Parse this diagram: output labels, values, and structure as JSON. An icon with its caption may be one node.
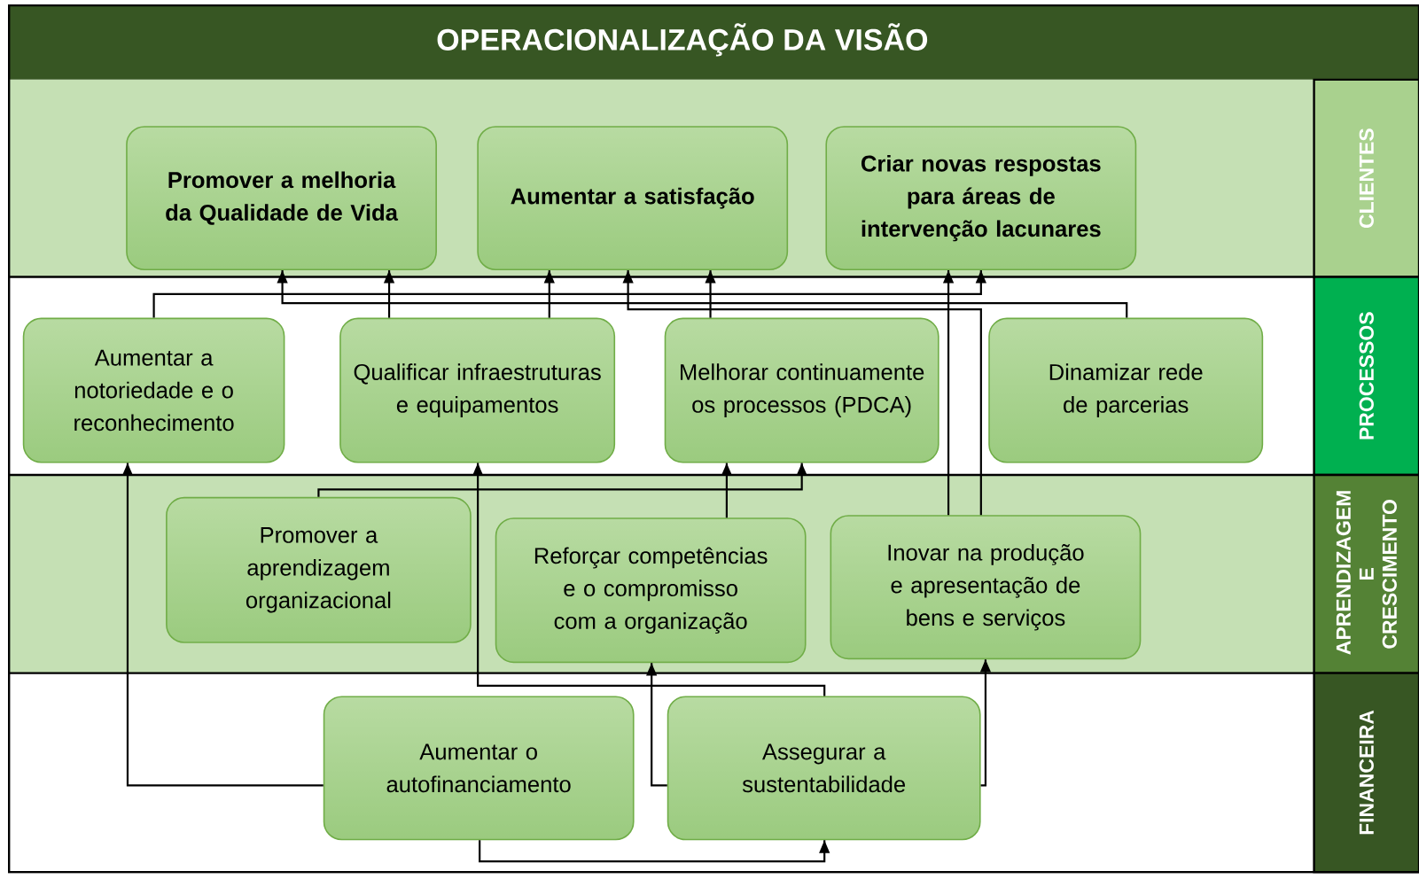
{
  "diagram": {
    "title": "OPERACIONALIZAÇÃO DA VISÃO",
    "nodes": [
      {
        "text": [
          "CLIENTES"
        ]
      },
      {
        "text": [
          "PROCESSOS"
        ]
      },
      {
        "text": [
          "APRENDIZAGEM E CRESCIMENTO"
        ]
      },
      {
        "text": [
          "FINANCEIRA"
        ]
      },
      {
        "text": [
          "Promover a melhoria da Qualidade de Vida"
        ]
      },
      {
        "text": [
          "Aumentar a satisfação"
        ]
      },
      {
        "text": [
          "Criar novas respostas para áreas de intervenção lacunares"
        ]
      },
      {
        "text": [
          "Aumentar a notoriedade e o reconhecimento"
        ]
      },
      {
        "text": [
          "Qualificar infraestruturas e equipamentos"
        ]
      },
      {
        "text": [
          "Melhorar continuamente os processos (PDCA)"
        ]
      },
      {
        "text": [
          "Dinamizar rede de parcerias"
        ]
      },
      {
        "text": [
          "Promover a aprendizagem organizacional"
        ]
      },
      {
        "text": [
          "Reforçar competências e o compromisso com a organização"
        ]
      },
      {
        "text": [
          "Inovar na produção e apresentação de bens e serviços"
        ]
      },
      {
        "text": [
          "Aumentar o autofinanciamento"
        ]
      },
      {
        "text": [
          "Assegurar a sustentabilidade"
        ]
      }
    ],
    "edges": [
      {
        "from": 7,
        "to": 6,
        "arrow": "to"
      },
      {
        "from": 8,
        "to": 4,
        "arrow": "to"
      },
      {
        "from": 8,
        "to": 5,
        "arrow": "to"
      },
      {
        "from": 9,
        "to": 5,
        "arrow": "to"
      },
      {
        "from": 10,
        "to": 4,
        "arrow": "to"
      },
      {
        "from": 13,
        "to": 6,
        "arrow": "to"
      },
      {
        "from": 13,
        "to": 5,
        "arrow": "to"
      },
      {
        "from": 11,
        "to": 9,
        "arrow": "to"
      },
      {
        "from": 12,
        "to": 9,
        "arrow": "to"
      },
      {
        "from": 14,
        "to": 7,
        "arrow": "to"
      },
      {
        "from": 15,
        "to": 8,
        "arrow": "to"
      },
      {
        "from": 15,
        "to": 12,
        "arrow": "to"
      },
      {
        "from": 15,
        "to": 13,
        "arrow": "to"
      },
      {
        "from": 14,
        "to": 15,
        "arrow": "to"
      }
    ]
  }
}
